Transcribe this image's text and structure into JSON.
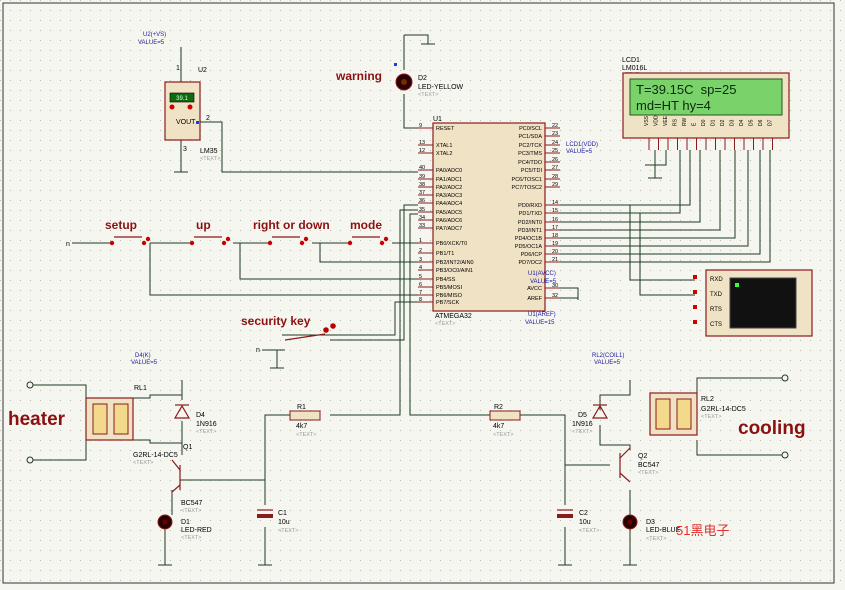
{
  "title_big": {
    "heater": "heater",
    "cooling": "cooling",
    "warning": "warning",
    "security": "security key",
    "watermark": "51黑电子"
  },
  "buttons": [
    {
      "label": "setup"
    },
    {
      "label": "up"
    },
    {
      "label": "right or down"
    },
    {
      "label": "mode"
    }
  ],
  "u2": {
    "ref": "U2",
    "part": "LM35",
    "net": "U2(+VS)",
    "net_val": "VALUE=5",
    "reading": "39.1",
    "pin1": "1",
    "pin2": "2",
    "pin3": "3",
    "vout": "VOUT"
  },
  "u1": {
    "ref": "U1",
    "part": "ATMEGA32",
    "left_pins": [
      [
        "9",
        "RESET"
      ],
      [
        "13",
        "XTAL1"
      ],
      [
        "12",
        "XTAL2"
      ],
      [
        "40",
        "PA0/ADC0"
      ],
      [
        "39",
        "PA1/ADC1"
      ],
      [
        "38",
        "PA2/ADC2"
      ],
      [
        "37",
        "PA3/ADC3"
      ],
      [
        "36",
        "PA4/ADC4"
      ],
      [
        "35",
        "PA5/ADC5"
      ],
      [
        "34",
        "PA6/ADC6"
      ],
      [
        "33",
        "PA7/ADC7"
      ],
      [
        "1",
        "PB0/XCK/T0"
      ],
      [
        "2",
        "PB1/T1"
      ],
      [
        "3",
        "PB2/INT2/AIN0"
      ],
      [
        "4",
        "PB3/OC0/AIN1"
      ],
      [
        "5",
        "PB4/SS"
      ],
      [
        "6",
        "PB5/MOSI"
      ],
      [
        "7",
        "PB6/MISO"
      ],
      [
        "8",
        "PB7/SCK"
      ]
    ],
    "right_pins": [
      [
        "22",
        "PC0/SCL"
      ],
      [
        "23",
        "PC1/SDA"
      ],
      [
        "24",
        "PC2/TCK"
      ],
      [
        "25",
        "PC3/TMS"
      ],
      [
        "26",
        "PC4/TDO"
      ],
      [
        "27",
        "PC5/TDI"
      ],
      [
        "28",
        "PC6/TOSC1"
      ],
      [
        "29",
        "PC7/TOSC2"
      ],
      [
        "14",
        "PD0/RXD"
      ],
      [
        "15",
        "PD1/TXD"
      ],
      [
        "16",
        "PD2/INT0"
      ],
      [
        "17",
        "PD3/INT1"
      ],
      [
        "18",
        "PD4/OC1B"
      ],
      [
        "19",
        "PD5/OC1A"
      ],
      [
        "20",
        "PD6/ICP"
      ],
      [
        "21",
        "PD7/OC2"
      ],
      [
        "30",
        "AVCC"
      ],
      [
        "32",
        "AREF"
      ]
    ],
    "avcc_net": "U1(AVCC)",
    "avcc_val": "VALUE=5",
    "aref_net": "U1(AREF)",
    "aref_val": "VALUE=15"
  },
  "lcd": {
    "ref": "LCD1",
    "part": "LM016L",
    "line1": "T=39.15C  sp=25",
    "line2": "md=HT hy=4",
    "pins": [
      "VSS",
      "VDD",
      "VEE",
      "RS",
      "RW",
      "E",
      "D0",
      "D1",
      "D2",
      "D3",
      "D4",
      "D5",
      "D6",
      "D7"
    ],
    "net": "LCD1(VDD)",
    "net_val": "VALUE=5"
  },
  "terminal": {
    "rows": [
      "RXD",
      "TXD",
      "RTS",
      "CTS"
    ]
  },
  "d2": {
    "ref": "D2",
    "part": "LED-YELLOW"
  },
  "rl1": {
    "ref": "RL1",
    "part": "G2RL-14-DC5",
    "net": "D4(K)",
    "net_val": "VALUE=5"
  },
  "rl2": {
    "ref": "RL2",
    "part": "G2RL-14-DC5",
    "net": "RL2(COIL1)",
    "net_val": "VALUE=5"
  },
  "d4": {
    "ref": "D4",
    "part": "1N916"
  },
  "d5": {
    "ref": "D5",
    "part": "1N916"
  },
  "q1": {
    "ref": "Q1",
    "part": "BC547"
  },
  "q2": {
    "ref": "Q2",
    "part": "BC547"
  },
  "r1": {
    "ref": "R1",
    "part": "4k7"
  },
  "r2": {
    "ref": "R2",
    "part": "4k7"
  },
  "c1": {
    "ref": "C1",
    "part": "10u"
  },
  "c2": {
    "ref": "C2",
    "part": "10u"
  },
  "d1": {
    "ref": "D1",
    "part": "LED-RED"
  },
  "d3": {
    "ref": "D3",
    "part": "LED-BLUE"
  },
  "text_tag": "<TEXT>",
  "n_label": "n"
}
